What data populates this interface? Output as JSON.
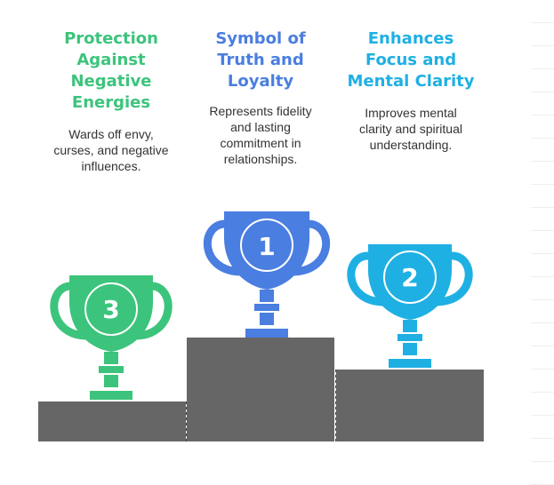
{
  "colors": {
    "green": "#3cc47c",
    "blue": "#4a7ee0",
    "cyan": "#1fb0e3",
    "podium": "#666666"
  },
  "places": [
    {
      "rank": "3",
      "title": "Protection\nAgainst\nNegative\nEnergies",
      "description": "Wards off envy,\ncurses, and negative\ninfluences."
    },
    {
      "rank": "1",
      "title": "Symbol of\nTruth and\nLoyalty",
      "description": "Represents fidelity\nand lasting\ncommitment in\nrelationships."
    },
    {
      "rank": "2",
      "title": "Enhances\nFocus and\nMental Clarity",
      "description": "Improves mental\nclarity and spiritual\nunderstanding."
    }
  ]
}
